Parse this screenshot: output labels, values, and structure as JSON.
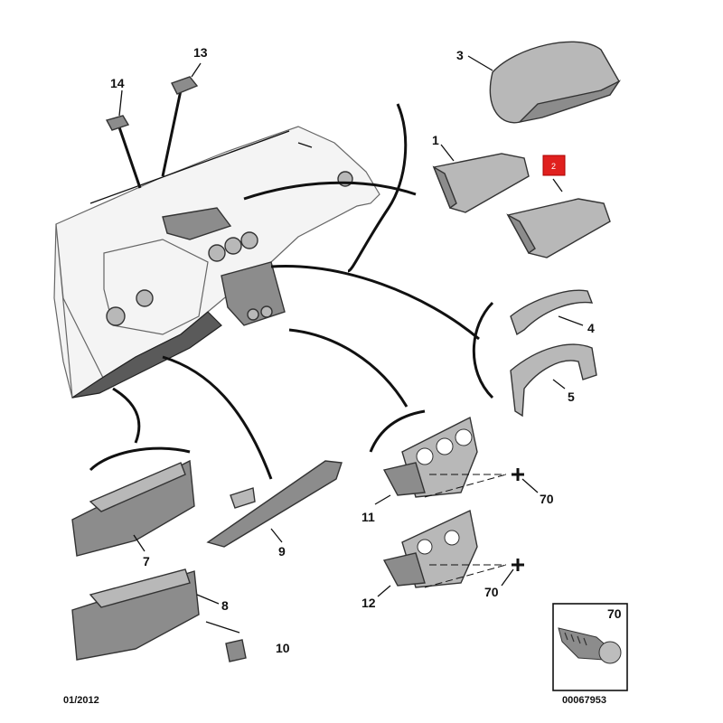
{
  "diagram": {
    "date_code": "01/2012",
    "reference": "00067953",
    "highlight_color": "#e0201e",
    "parts": [
      {
        "id": "p1",
        "label": "1"
      },
      {
        "id": "p2",
        "label": "2",
        "highlighted": true
      },
      {
        "id": "p3",
        "label": "3"
      },
      {
        "id": "p4",
        "label": "4"
      },
      {
        "id": "p5",
        "label": "5"
      },
      {
        "id": "p7",
        "label": "7"
      },
      {
        "id": "p8",
        "label": "8"
      },
      {
        "id": "p9",
        "label": "9"
      },
      {
        "id": "p10",
        "label": "10"
      },
      {
        "id": "p11",
        "label": "11"
      },
      {
        "id": "p12",
        "label": "12"
      },
      {
        "id": "p13",
        "label": "13"
      },
      {
        "id": "p14",
        "label": "14"
      },
      {
        "id": "p70a",
        "label": "70"
      },
      {
        "id": "p70b",
        "label": "70"
      }
    ],
    "screw_box_label": "70"
  }
}
